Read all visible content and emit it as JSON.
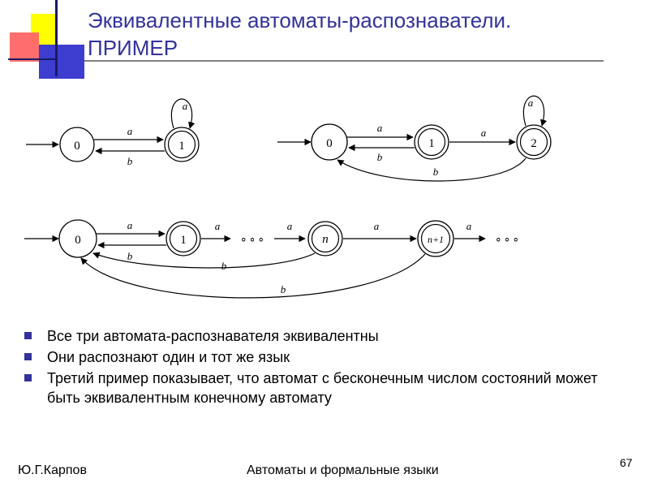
{
  "slide": {
    "title_line1": "Эквивалентные автоматы-распознаватели.",
    "title_line2": "ПРИМЕР",
    "bullets": [
      "Все три автомата-распознавателя эквивалентны",
      "Они распознают один и тот же язык",
      "Третий пример показывает, что автомат с бесконечным числом состояний может быть эквивалентным конечному автомату"
    ],
    "footer": {
      "author": "Ю.Г.Карпов",
      "course": "Автоматы и формальные языки",
      "page": "67"
    }
  },
  "diagrams": {
    "automaton1": {
      "states": [
        "0",
        "1"
      ],
      "labels": {
        "a": "a",
        "b": "b"
      }
    },
    "automaton2": {
      "states": [
        "0",
        "1",
        "2"
      ],
      "labels": {
        "a": "a",
        "b": "b"
      }
    },
    "automaton3": {
      "states": [
        "0",
        "1",
        "n",
        "n+1"
      ],
      "labels": {
        "a": "a",
        "b": "b"
      },
      "ellipsis": "∘∘∘"
    }
  }
}
